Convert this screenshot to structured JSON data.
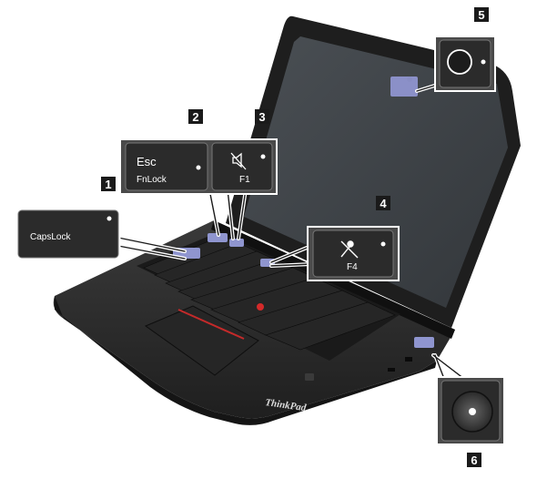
{
  "brand": "ThinkPad",
  "callouts": [
    {
      "number": "1",
      "key_label": "CapsLock"
    },
    {
      "number": "2",
      "key_label_top": "Esc",
      "key_label_bottom": "FnLock"
    },
    {
      "number": "3",
      "key_label": "F1",
      "icon": "speaker-mute-icon"
    },
    {
      "number": "4",
      "key_label": "F4",
      "icon": "microphone-mute-icon"
    },
    {
      "number": "5",
      "icon": "power-button-icon"
    },
    {
      "number": "6",
      "icon": "fingerprint-reader-icon"
    }
  ],
  "colors": {
    "highlight": "#8f95cf",
    "callout_bg": "#2b2b2b",
    "badge_bg": "#1a1a1a",
    "laptop_body": "#2c2c2c",
    "screen": "#3e4246"
  }
}
